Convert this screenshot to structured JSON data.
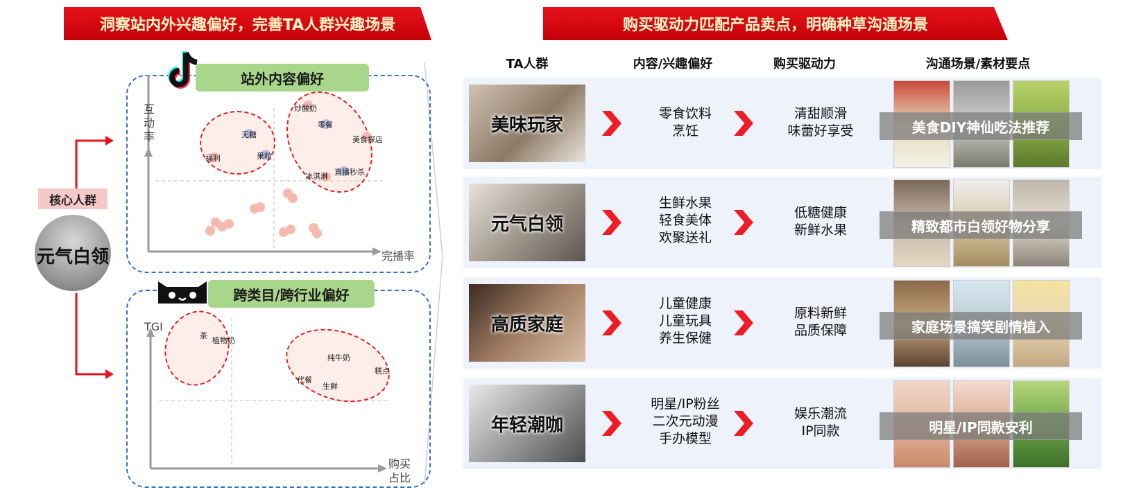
{
  "left_banner": "洞察站内外兴趣偏好，完善TA人群兴趣场景",
  "right_banner": "购买驱动力匹配产品卖点，明确种草沟通场景",
  "core_tag": "核心人群",
  "core_persona": "元气白领",
  "top_panel": {
    "title": "站外内容偏好",
    "y_label": "互动率",
    "x_label": "完播率",
    "points": [
      "炒酸奶",
      "零餐",
      "美食探店",
      "无糖",
      "福利",
      "果粒",
      "冰淇淋",
      "直播秒杀"
    ]
  },
  "bottom_panel": {
    "title": "跨类目/跨行业偏好",
    "y_label": "TGI",
    "x_label": "购买占比",
    "points": [
      "茶",
      "植物奶",
      "纯牛奶",
      "糕点",
      "代餐",
      "生鲜"
    ]
  },
  "table": {
    "headers": [
      "TA人群",
      "内容/兴趣偏好",
      "购买驱动力",
      "沟通场景/素材要点"
    ],
    "rows": [
      {
        "persona": "美味玩家",
        "interests": [
          "零食饮料",
          "烹饪"
        ],
        "drivers": [
          "清甜顺滑",
          "味蕾好享受"
        ],
        "scene": "美食DIY神仙吃法推荐"
      },
      {
        "persona": "元气白领",
        "interests": [
          "生鲜水果",
          "轻食美体",
          "欢聚送礼"
        ],
        "drivers": [
          "低糖健康",
          "新鲜水果"
        ],
        "scene": "精致都市白领好物分享"
      },
      {
        "persona": "高质家庭",
        "interests": [
          "儿童健康",
          "儿童玩具",
          "养生保健"
        ],
        "drivers": [
          "原料新鲜",
          "品质保障"
        ],
        "scene": "家庭场景搞笑剧情植入"
      },
      {
        "persona": "年轻潮咖",
        "interests": [
          "明星/IP粉丝",
          "二次元动漫",
          "手办模型"
        ],
        "drivers": [
          "娱乐潮流",
          "IP同款"
        ],
        "scene": "明星/IP同款安利"
      }
    ]
  },
  "colors": {
    "brand_red": "#e8121b",
    "pill_green": "#a8d68a",
    "panel_blue": "#2f6fd3",
    "row_bg": "#eef2fb"
  }
}
